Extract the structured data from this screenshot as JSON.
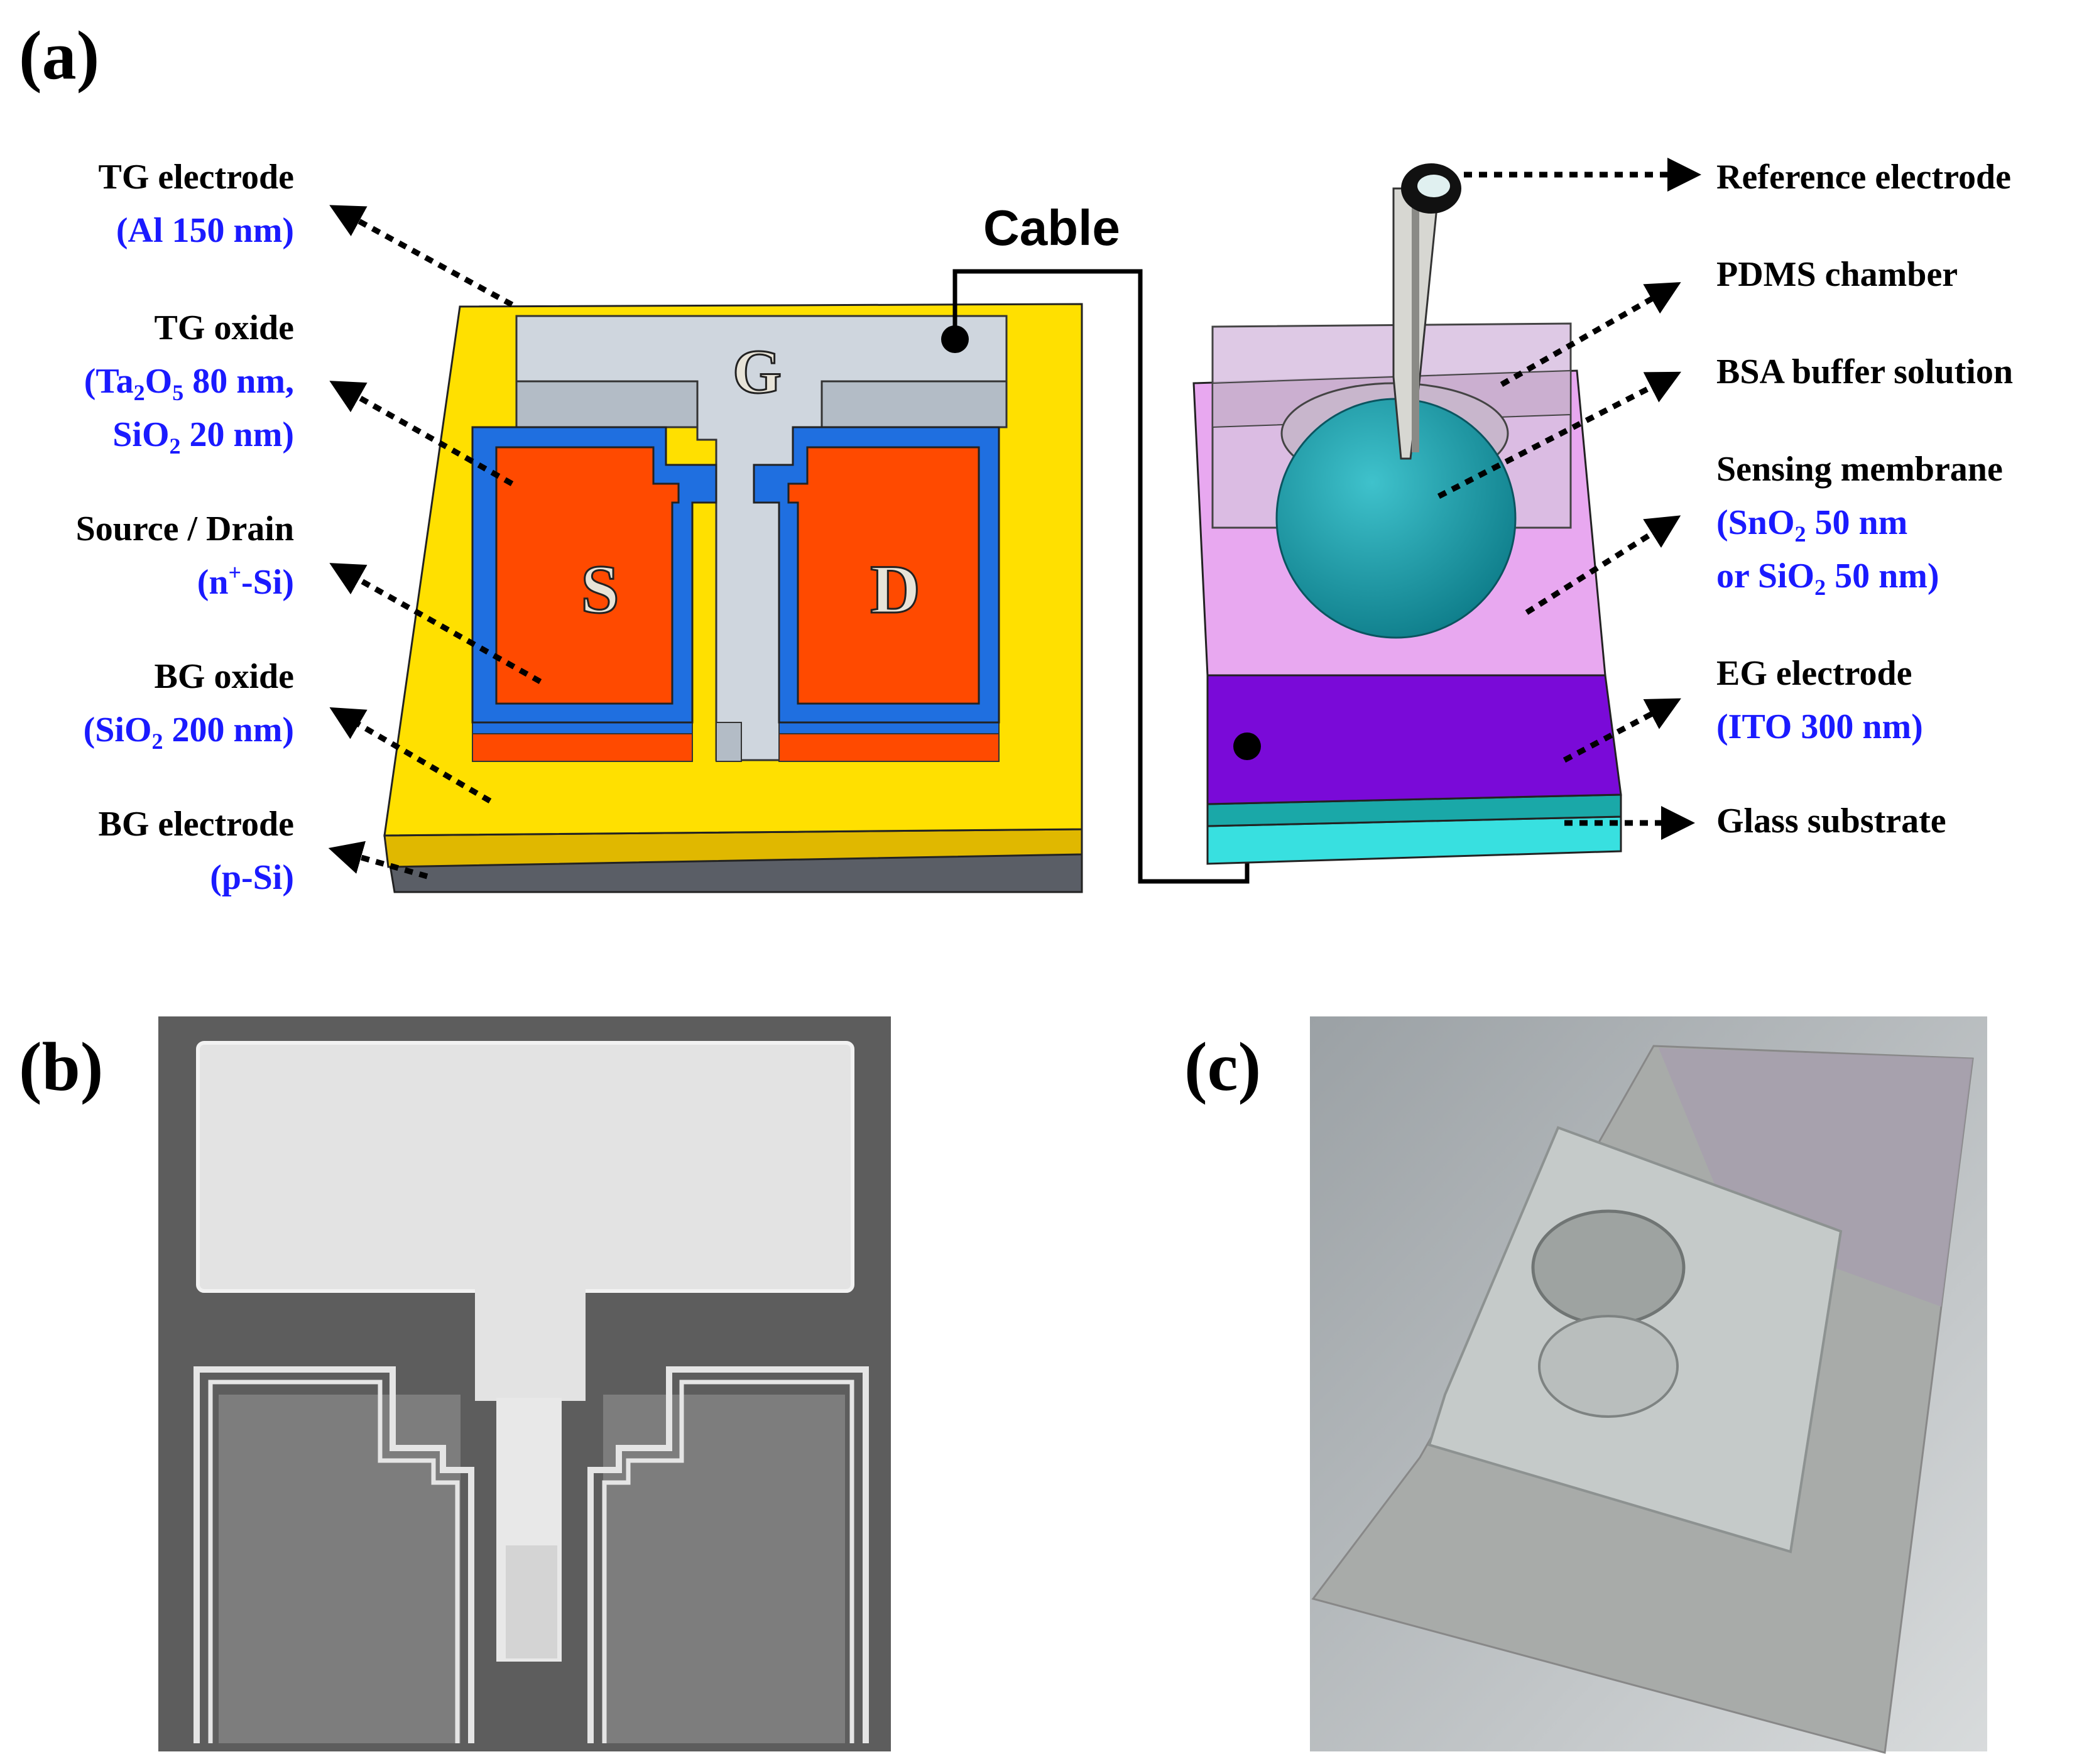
{
  "panels": {
    "a": "(a)",
    "b": "(b)",
    "c": "(c)"
  },
  "left_labels": [
    {
      "title": "TG electrode",
      "sub": "(Al 150 nm)"
    },
    {
      "title": "TG oxide",
      "sub1": "(Ta2O5 80 nm,",
      "sub2": "SiO2 20 nm)"
    },
    {
      "title": "Source / Drain",
      "sub": "(n+-Si)"
    },
    {
      "title": "BG oxide",
      "sub": "(SiO2 200 nm)"
    },
    {
      "title": "BG electrode",
      "sub": "(p-Si)"
    }
  ],
  "right_labels": [
    {
      "title": "Reference electrode"
    },
    {
      "title": "PDMS chamber"
    },
    {
      "title": "BSA buffer solution"
    },
    {
      "title": "Sensing membrane",
      "sub1": "(SnO2 50 nm",
      "sub2": "or SiO2  50 nm)"
    },
    {
      "title": "EG electrode",
      "sub": "(ITO 300 nm)"
    },
    {
      "title": "Glass substrate"
    }
  ],
  "cable_label": "Cable",
  "device_letters": {
    "gate": "G",
    "source": "S",
    "drain": "D"
  },
  "colors": {
    "substrate_yellow": "#ffe000",
    "electrode_gray": "#cfd6de",
    "oxide_blue": "#1f6fe0",
    "source_drain": "#ff4a00",
    "membrane_pink": "#e8a8f0",
    "ito_purple": "#7a0ad8",
    "glass_cyan": "#38e0e0",
    "solution_teal": "#1a9aa8",
    "label_blue": "#1a1aff"
  }
}
